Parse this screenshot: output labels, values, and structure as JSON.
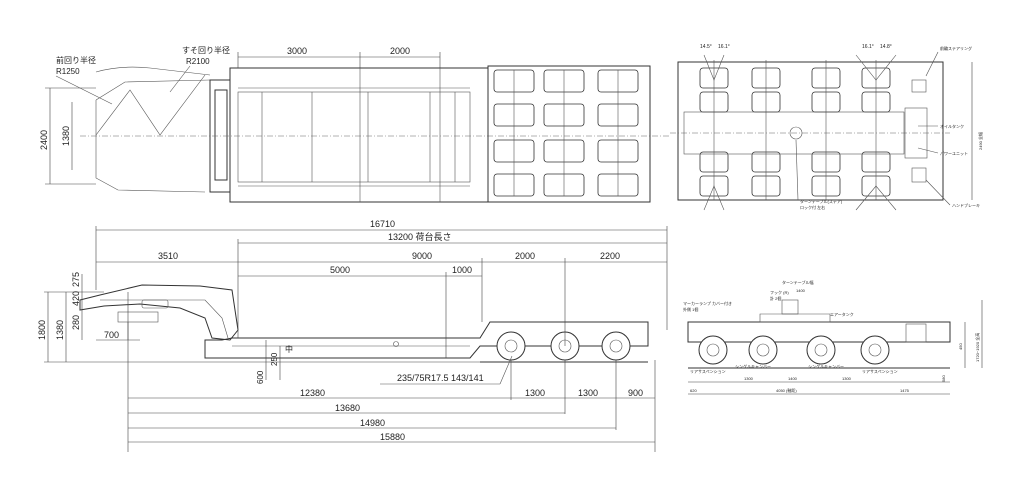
{
  "top_view": {
    "dims": {
      "d3000": "3000",
      "d2000": "2000",
      "d2400": "2400",
      "d1380": "1380"
    },
    "labels": {
      "front_turn_label": "前回り半径",
      "front_turn_value": "R1250",
      "rear_turn_label": "すそ回り半径",
      "rear_turn_value": "R2100"
    }
  },
  "side_view": {
    "overall": {
      "d16710": "16710",
      "d13200": "13200 荷台長さ"
    },
    "segments": {
      "d3510": "3510",
      "d5000": "5000",
      "d9000": "9000",
      "d1000": "1000",
      "d2000": "2000",
      "d2200": "2200"
    },
    "heights": {
      "d275": "275",
      "d420": "420",
      "d280": "280",
      "d1380": "1380",
      "d1800": "1800",
      "d700": "700",
      "d600": "600",
      "d250": "250"
    },
    "tyre_spec": "235/75R17.5 143/141",
    "bottom": {
      "d12380": "12380",
      "d1300a": "1300",
      "d1300b": "1300",
      "d900": "900",
      "d13680": "13680",
      "d14980": "14980",
      "d15880": "15880"
    }
  },
  "plan_view": {
    "angles": {
      "a1": "14.5°",
      "a2": "16.1°",
      "a3": "16.1°",
      "a4": "14.8°"
    },
    "labels": {
      "top_right": "前輪ステアリング",
      "oil_tank": "オイルタンク",
      "power_unit": "パワーユニット",
      "hand_brake": "ハンドブレーキ",
      "turntable": "ターンテーブル(ステア)",
      "turntable_sub": "ロック付 左右"
    },
    "right_dim": "2490 全幅"
  },
  "rear_view": {
    "labels": {
      "marker": "マーカーランプ カバー付き",
      "marker_sub": "外側 1個",
      "hook": "フック (R)",
      "hook_sub": "計 2個",
      "turntable_top": "ターンテーブル幅",
      "turntable_val": "1400",
      "air_tank": "エアータンク",
      "suspension_l": "リアサスペンション",
      "single_l": "シングルキャンバー",
      "single_r": "シングルキャンバー",
      "suspension_r": "リアサスペンション"
    },
    "dims": {
      "d620": "620",
      "d1300a": "1300",
      "d1400": "1400",
      "d1300b": "1300",
      "d4050": "4050 (軸距)",
      "d1475": "1475",
      "d450": "450",
      "d1720": "1720~1920 全高",
      "d580": "580"
    }
  }
}
